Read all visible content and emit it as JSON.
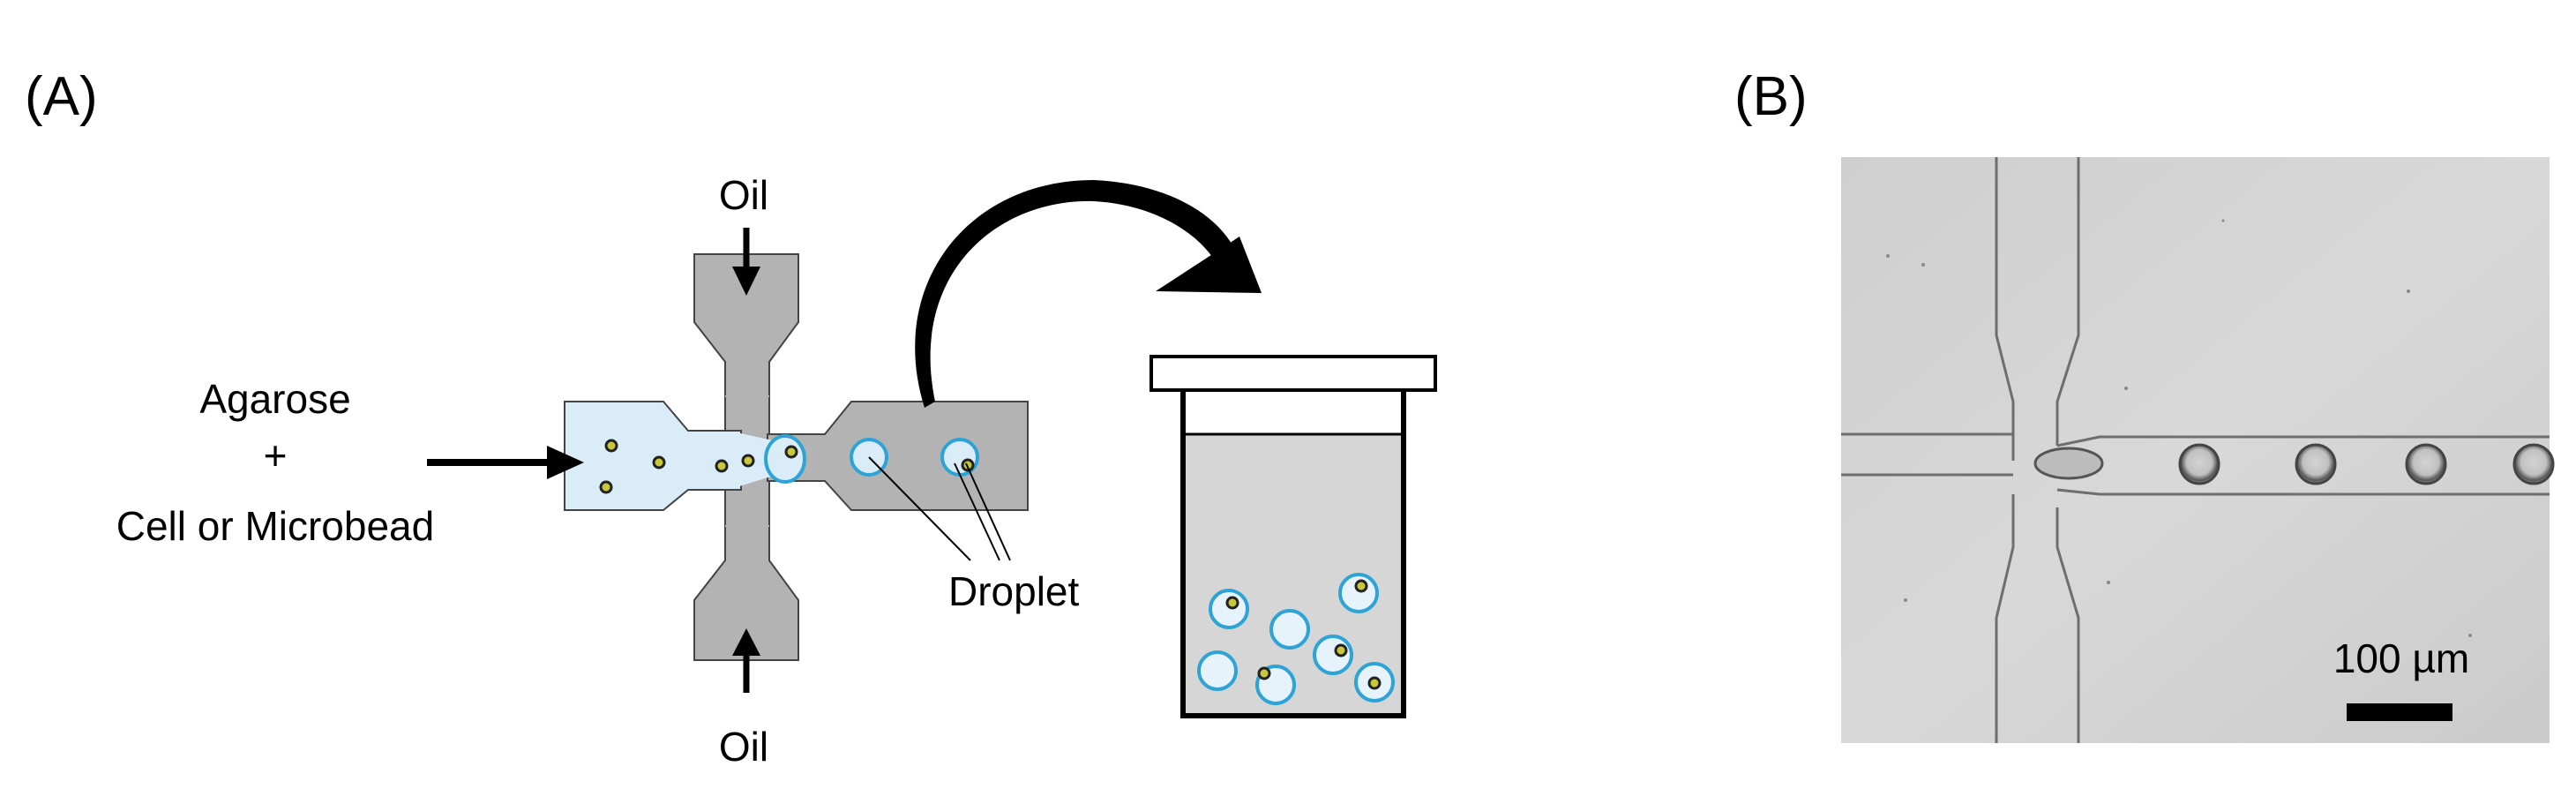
{
  "panel_a": {
    "label": "(A)",
    "oil_top": "Oil",
    "oil_bottom": "Oil",
    "inlet_line1": "Agarose",
    "inlet_line2": "+",
    "inlet_line3": "Cell or Microbead",
    "droplet_label": "Droplet"
  },
  "panel_b": {
    "label": "(B)",
    "scale_bar_label": "100 µm"
  },
  "colors": {
    "channel_fill": "#b3b3b3",
    "aqueous_fill": "#d9ecf7",
    "droplet_stroke": "#2ea3d6",
    "particle_fill": "#c8c83a",
    "tube_liquid": "#d6d6d6",
    "micrograph_bg": "#d2d2d2"
  }
}
